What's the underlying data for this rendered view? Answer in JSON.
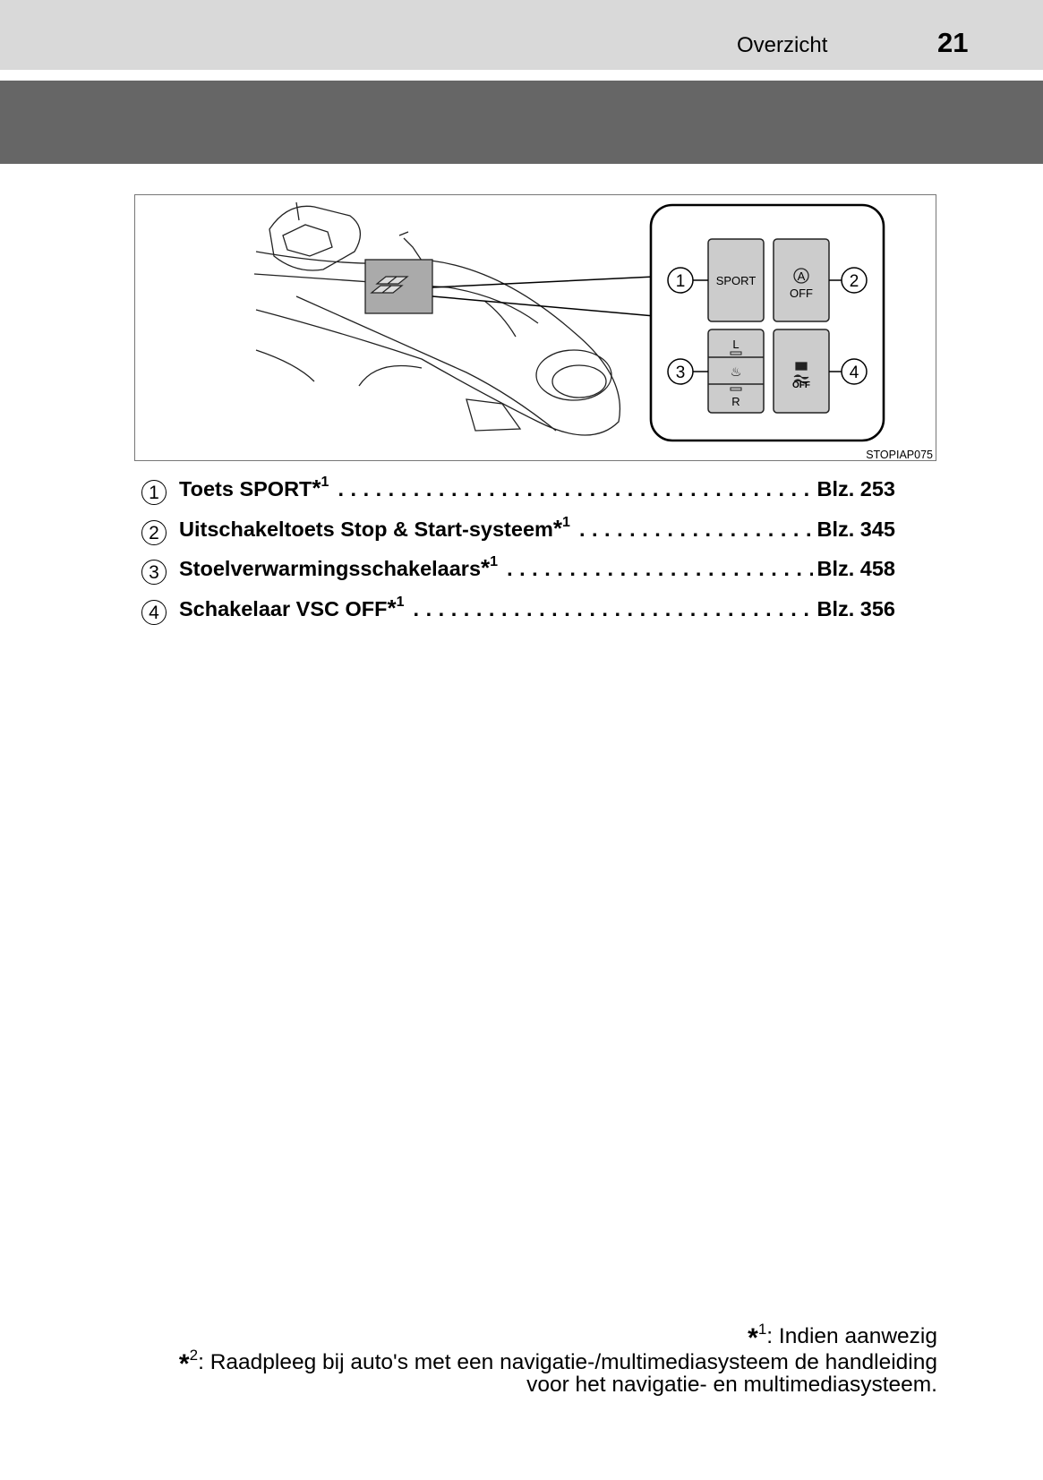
{
  "header": {
    "section_title": "Overzicht",
    "page_number": "21"
  },
  "figure": {
    "code": "STOPIAP075",
    "buttons": {
      "sport": "SPORT",
      "stop_start_symbol": "A",
      "stop_start_off": "OFF",
      "seat_left": "L",
      "seat_right": "R",
      "vsc_off": "OFF"
    },
    "callouts": [
      "1",
      "2",
      "3",
      "4"
    ]
  },
  "items": [
    {
      "num": "1",
      "label": "Toets SPORT",
      "star": "*",
      "sup": "1",
      "page": "Blz. 253"
    },
    {
      "num": "2",
      "label": "Uitschakeltoets Stop & Start-systeem",
      "star": "*",
      "sup": "1",
      "page": "Blz. 345"
    },
    {
      "num": "3",
      "label": "Stoelverwarmingsschakelaars",
      "star": "*",
      "sup": "1",
      "page": "Blz. 458"
    },
    {
      "num": "4",
      "label": "Schakelaar VSC OFF",
      "star": "*",
      "sup": "1",
      "page": "Blz. 356"
    }
  ],
  "footnotes": [
    {
      "star": "*",
      "sup": "1",
      "text": ": Indien aanwezig"
    },
    {
      "star": "*",
      "sup": "2",
      "text": ": Raadpleeg bij auto's met een navigatie-/multimediasysteem de handleiding",
      "text2": "voor het navigatie- en multimediasysteem."
    }
  ]
}
